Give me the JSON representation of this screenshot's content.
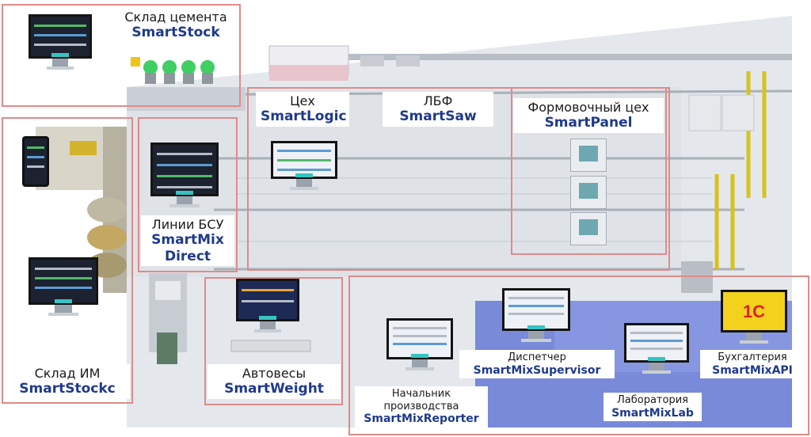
{
  "zones": {
    "cement_warehouse": {
      "title": "Склад цемента",
      "system": "SmartStock"
    },
    "workshop": {
      "title": "Цех",
      "system": "SmartLogic"
    },
    "lbf": {
      "title": "ЛБФ",
      "system": "SmartSaw"
    },
    "molding": {
      "title": "Формовочный цех",
      "system": "SmartPanel"
    },
    "bsu_lines": {
      "title": "Линии БСУ",
      "system_line1": "SmartMix",
      "system_line2": "Direct"
    },
    "im_warehouse": {
      "title": "Склад ИМ",
      "system": "SmartStockc"
    },
    "truck_scales": {
      "title": "Автовесы",
      "system": "SmartWeight"
    },
    "production_head": {
      "title_line1": "Начальник",
      "title_line2": "производства",
      "system": "SmartMixReporter"
    },
    "dispatcher": {
      "title": "Диспетчер",
      "system": "SmartMixSupervisor"
    },
    "laboratory": {
      "title": "Лаборатория",
      "system": "SmartMixLab"
    },
    "accounting": {
      "title": "Бухгалтерия",
      "system": "SmartMixAPI"
    }
  },
  "logo_1c": "1С",
  "colors": {
    "zone_border": "#e08a8a",
    "system_name": "#1f3a8c",
    "office_floor": "#6b7fd6",
    "rails": "#d9c21a"
  }
}
